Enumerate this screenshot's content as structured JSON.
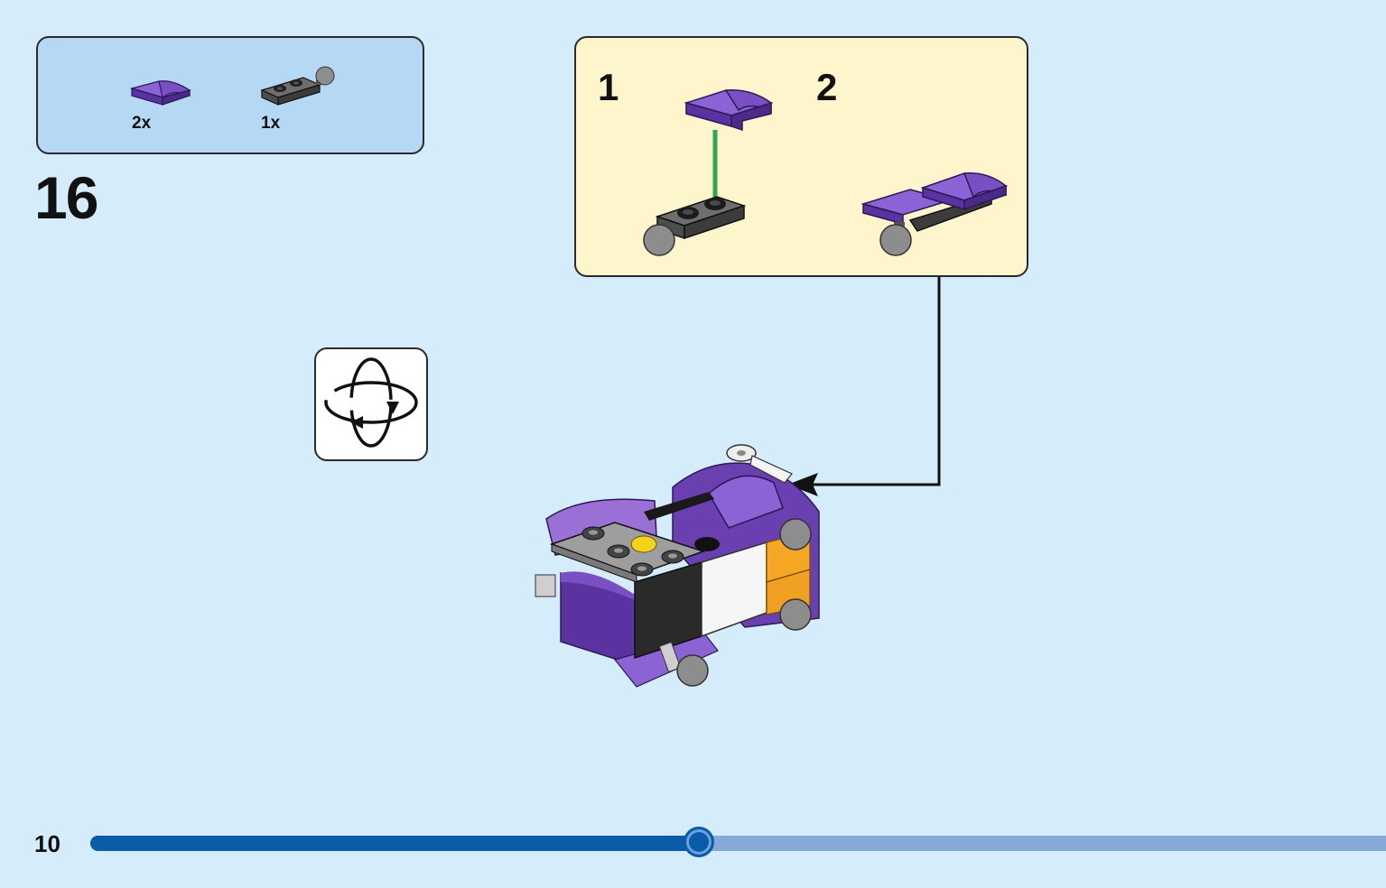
{
  "parts_list": {
    "items": [
      {
        "count": "2x",
        "icon": "purple-curved-slope-icon",
        "color": "#6a3fb0"
      },
      {
        "count": "1x",
        "icon": "dark-gray-plate-with-ball-icon",
        "color": "#5f5f5f"
      }
    ]
  },
  "step": {
    "number": "16"
  },
  "sub_steps": {
    "one": "1",
    "two": "2"
  },
  "rotate_icon": "rotate-model-icon",
  "page": {
    "number": "10",
    "progress": 0.47
  },
  "colors": {
    "background": "#d5ecfb",
    "parts_box": "#b5d9f4",
    "callout": "#fef5cd",
    "purple": "#6a3fb0",
    "arrow_green": "#2fa84f",
    "progress_fill": "#0a5ca8",
    "progress_track": "#88a8d8"
  }
}
